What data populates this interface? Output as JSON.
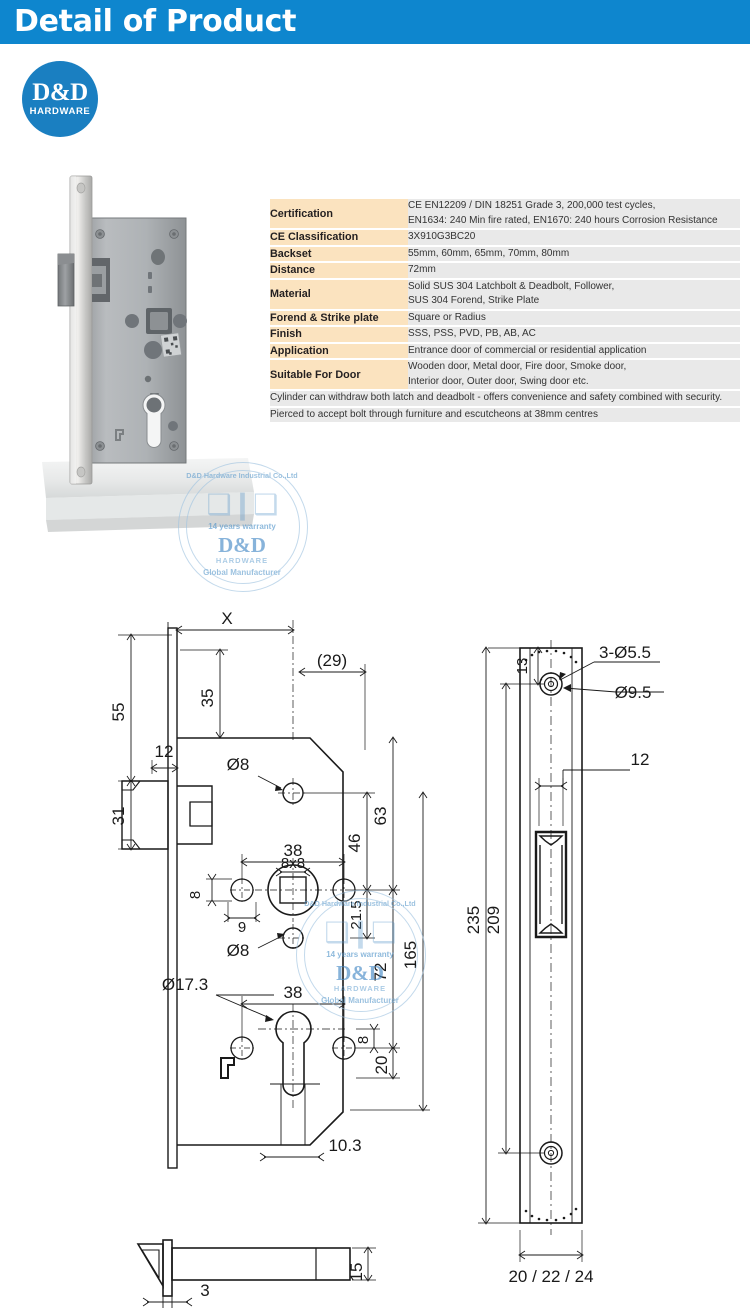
{
  "header": {
    "title": "Detail of Product",
    "bar_color": "#0e86ce"
  },
  "logo": {
    "main": "D&D",
    "sub": "HARDWARE",
    "color": "#1a7fc1"
  },
  "photo": {
    "alt": "mortise-lock-body-photo"
  },
  "watermark": {
    "company": "D&D Hardware Industrial Co.,Ltd",
    "warranty": "14 years warranty",
    "brand": "D&D",
    "brand_sub": "HARDWARE",
    "tagline": "Global Manufacturer"
  },
  "spec_table": {
    "rows": [
      {
        "label": "Certification",
        "value": "CE EN12209 / DIN 18251 Grade 3, 200,000 test cycles,\nEN1634: 240 Min fire rated, EN1670: 240 hours Corrosion Resistance"
      },
      {
        "label": "CE Classification",
        "value": "3X910G3BC20"
      },
      {
        "label": "Backset",
        "value": "55mm, 60mm, 65mm, 70mm, 80mm"
      },
      {
        "label": "Distance",
        "value": "72mm"
      },
      {
        "label": "Material",
        "value": "Solid SUS 304 Latchbolt & Deadbolt, Follower,\nSUS 304 Forend, Strike Plate"
      },
      {
        "label": "Forend & Strike plate",
        "value": "Square or Radius"
      },
      {
        "label": "Finish",
        "value": "SSS, PSS, PVD, PB, AB, AC"
      },
      {
        "label": "Application",
        "value": "Entrance door of commercial or residential application"
      },
      {
        "label": "Suitable For Door",
        "value": "Wooden door, Metal door, Fire door, Smoke door,\nInterior door, Outer door, Swing door etc."
      }
    ],
    "notes": [
      "Cylinder can withdraw both latch and deadbolt - offers convenience and safety combined with security.",
      "Pierced to accept bolt through furniture and escutcheons at 38mm centres"
    ],
    "label_bg": "#fbe3bf",
    "value_bg": "#e9e9e9"
  },
  "drawings": {
    "lock_body": {
      "title": "lock-body-front-view",
      "dimensions": {
        "backset_x": "X",
        "top_to_latch": "35",
        "bevel_offset": "(29)",
        "forend_top": "55",
        "forend_width": "12",
        "latch_height": "31",
        "hole_upper": "Ø8",
        "hole_lower": "Ø8",
        "follower_spacing": "38",
        "follower_square": "8x8",
        "fixing_hole_v": "8",
        "fixing_hole_h": "9",
        "centre_to_follower": "46",
        "centre_to_top": "63",
        "follower_to_deadbolt": "21.5",
        "case_height": "165",
        "cylinder_distance": "72",
        "cylinder_dia": "Ø17.3",
        "cylinder_spacing": "38",
        "cylinder_width": "10.3",
        "deadbolt_v1": "8",
        "deadbolt_v2": "20"
      }
    },
    "strike_plate": {
      "title": "strike-plate-view",
      "dimensions": {
        "screw_holes": "3-Ø5.5",
        "counterbore": "Ø9.5",
        "edge_to_hole": "13",
        "slot_width": "12",
        "overall_length": "235",
        "hole_centres": "209",
        "plate_width": "20 / 22 / 24"
      }
    },
    "forend_profile": {
      "title": "forend-side-profile",
      "dimensions": {
        "thickness": "3",
        "depth": "15"
      }
    }
  }
}
